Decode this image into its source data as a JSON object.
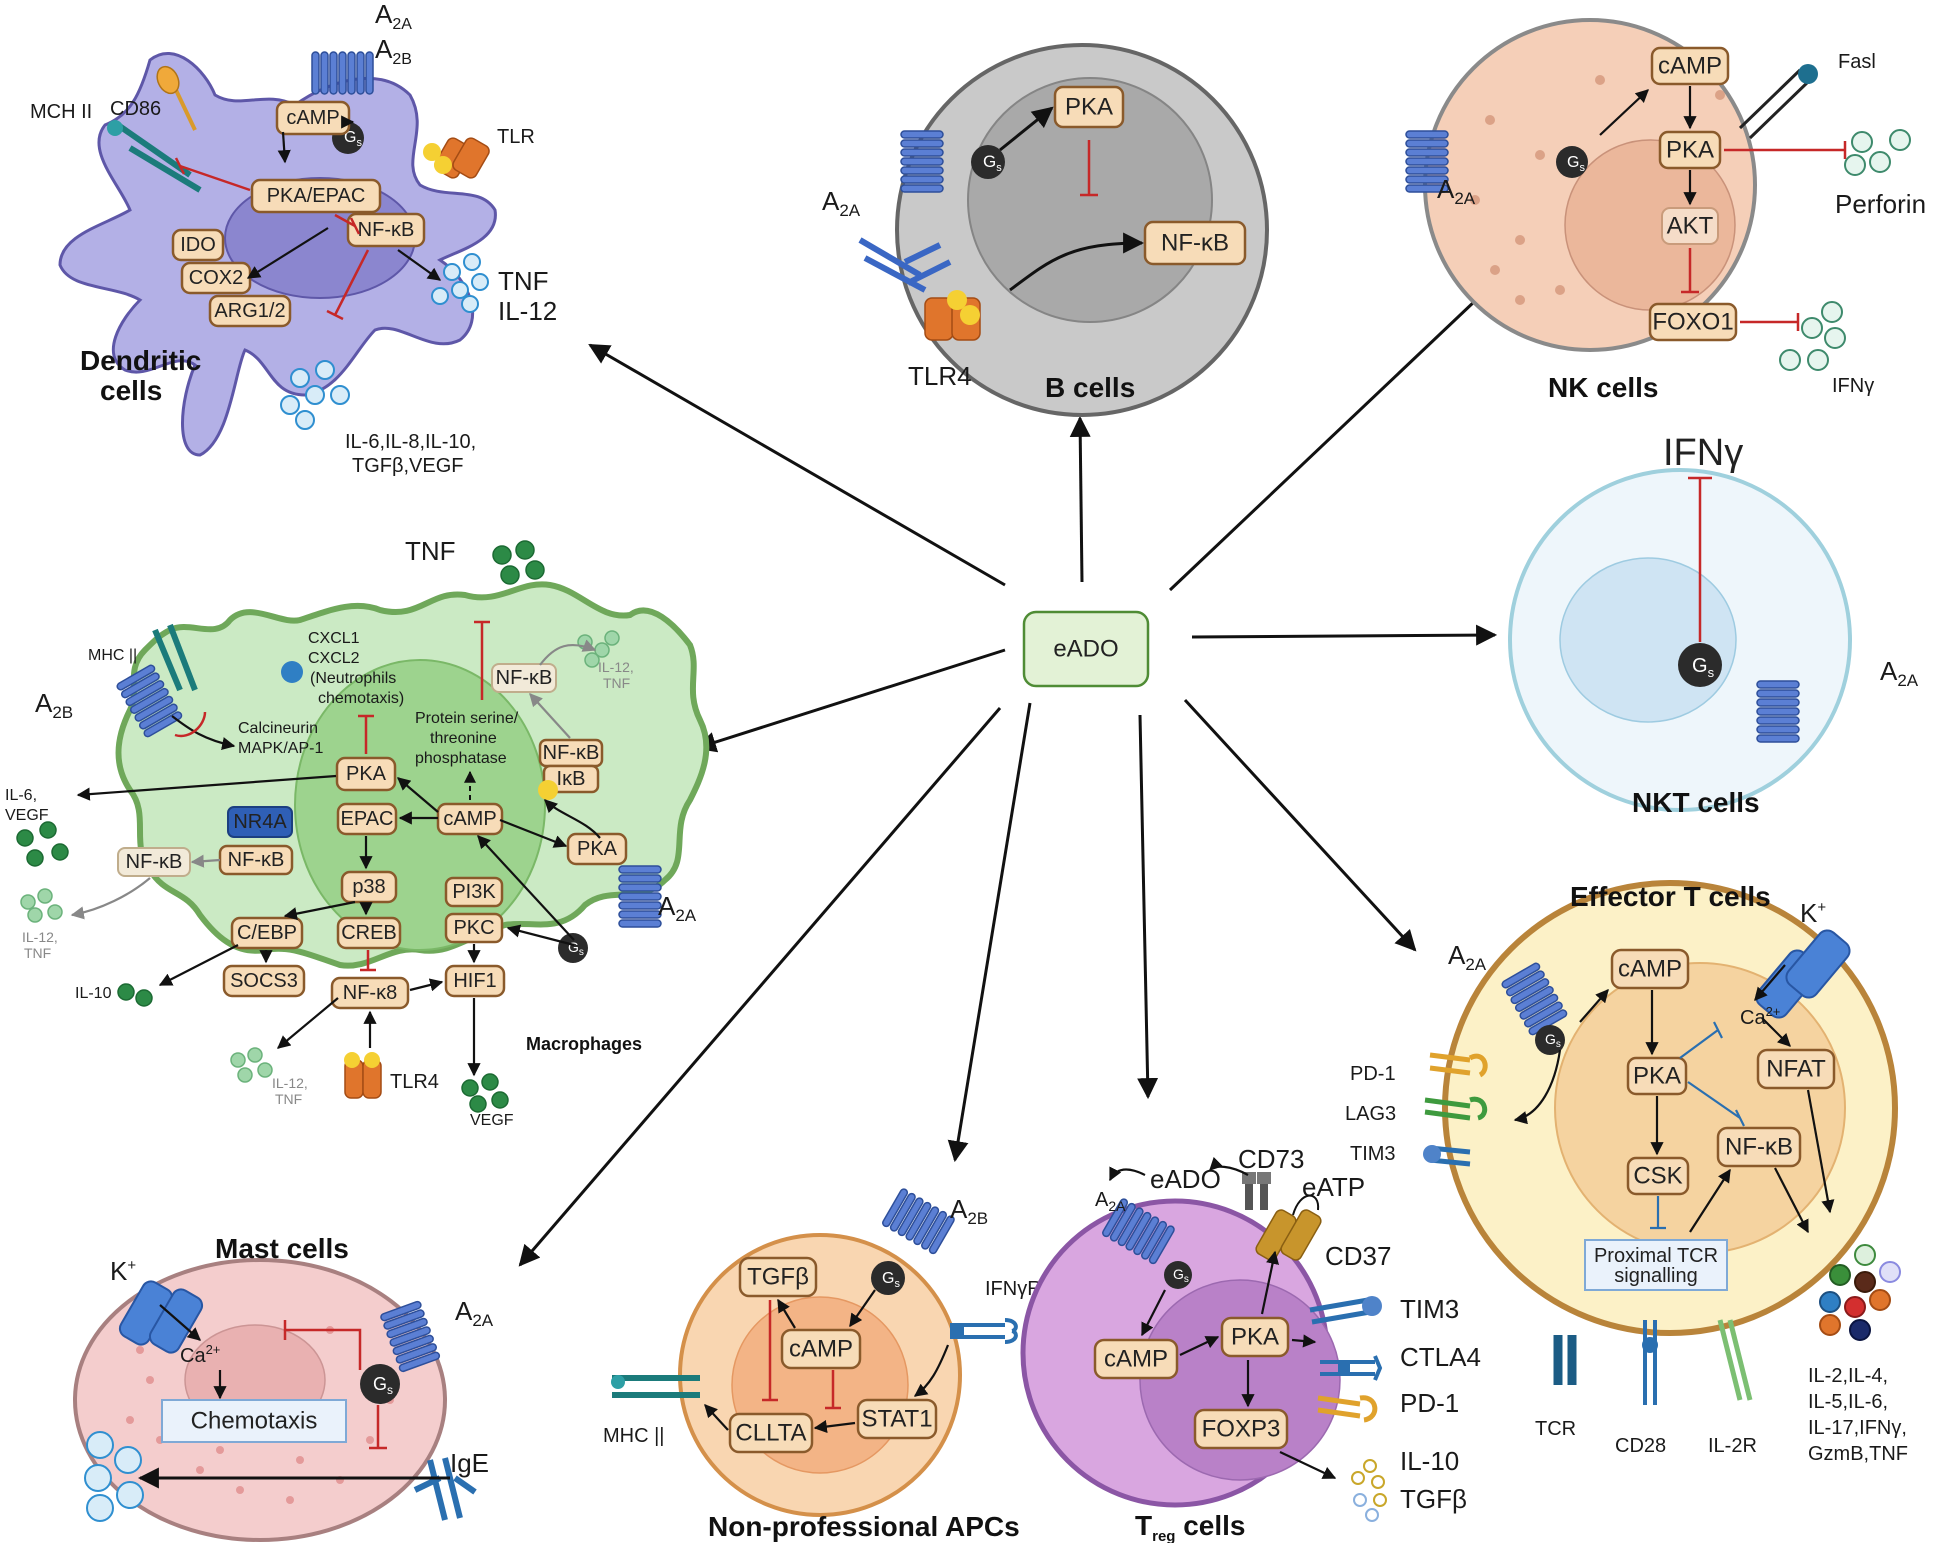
{
  "center": {
    "label": "eADO"
  },
  "dendritic": {
    "title_line1": "Dendritic",
    "title_line2": "cells",
    "receptors": {
      "a2a": "A",
      "a2a_sub": "2A",
      "a2b": "A",
      "a2b_sub": "2B",
      "cd86": "CD86",
      "mhc": "MCH II",
      "tlr": "TLR",
      "gs": "G",
      "gs_sub": "s"
    },
    "boxes": {
      "camp": "cAMP",
      "pka_epac": "PKA/EPAC",
      "nfkb": "NF-κB",
      "ido": "IDO",
      "cox2": "COX2",
      "arg": "ARG1/2"
    },
    "cytokines": {
      "tnf": "TNF",
      "il12": "IL-12",
      "others_line1": "IL-6,IL-8,IL-10,",
      "others_line2": "TGFβ,VEGF"
    }
  },
  "bcells": {
    "title": "B cells",
    "receptors": {
      "a2a": "A",
      "a2a_sub": "2A",
      "tlr4": "TLR4",
      "gs": "G",
      "gs_sub": "s"
    },
    "boxes": {
      "pka": "PKA",
      "nfkb": "NF-κB"
    }
  },
  "nk": {
    "title": "NK cells",
    "receptors": {
      "a2a": "A",
      "a2a_sub": "2A",
      "fasl": "Fasl",
      "gs": "G",
      "gs_sub": "s"
    },
    "boxes": {
      "camp": "cAMP",
      "pka": "PKA",
      "akt": "AKT",
      "foxo1": "FOXO1"
    },
    "cytokines": {
      "perforin": "Perforin",
      "ifng": "IFNγ"
    }
  },
  "nkt": {
    "title": "NKT cells",
    "ifng": "IFNγ",
    "receptors": {
      "a2a": "A",
      "a2a_sub": "2A",
      "gs": "G",
      "gs_sub": "s"
    }
  },
  "macrophages": {
    "title": "Macrophages",
    "tnf": "TNF",
    "receptors": {
      "mhc": "MHC ||",
      "a2b": "A",
      "a2b_sub": "2B",
      "a2a": "A",
      "a2a_sub": "2A",
      "tlr4": "TLR4",
      "gs": "G",
      "gs_sub": "s"
    },
    "texts": {
      "cxcl1": "CXCL1",
      "cxcl2": "CXCL2",
      "neut1": "(Neutrophils",
      "neut2": "chemotaxis)",
      "calcineurin": "Calcineurin",
      "mapk": "MAPK/AP-1",
      "pp1": "Protein serine/",
      "pp2": "threonine",
      "pp3": "phosphatase",
      "il6": "IL-6,",
      "vegf_l": "VEGF",
      "il12tnf_a1": "IL-12,",
      "il12tnf_a2": "TNF",
      "il12tnf_b1": "IL-12,",
      "il12tnf_b2": "TNF",
      "il12tnf_c1": "IL-12,",
      "il12tnf_c2": "TNF",
      "il10": "IL-10",
      "vegf_b": "VEGF"
    },
    "boxes": {
      "nfkb_faded_top": "NF-κB",
      "nfkb": "NF-κB",
      "ikb": "IκB",
      "pka_main": "PKA",
      "nr4a": "NR4A",
      "nfkb_left": "NF-κB",
      "nfkb_faded_left": "NF-κB",
      "epac": "EPAC",
      "camp": "cAMP",
      "pka_right": "PKA",
      "p38": "p38",
      "creb": "CREB",
      "pi3k": "PI3K",
      "pkc": "PKC",
      "cebp": "C/EBP",
      "socs3": "SOCS3",
      "nfk8": "NF-κ8",
      "hif1": "HIF1"
    }
  },
  "effector_t": {
    "title": "Effector T cells",
    "receptors": {
      "a2a": "A",
      "a2a_sub": "2A",
      "k": "K",
      "k_sup": "+",
      "ca": "Ca",
      "ca_sup": "2+",
      "pd1": "PD-1",
      "lag3": "LAG3",
      "tim3": "TIM3",
      "tcr": "TCR",
      "cd28": "CD28",
      "il2r": "IL-2R",
      "gs": "G",
      "gs_sub": "s"
    },
    "boxes": {
      "camp": "cAMP",
      "pka": "PKA",
      "nfat": "NFAT",
      "csk": "CSK",
      "nfkb": "NF-κB",
      "tcr1": "Proximal TCR",
      "tcr2": "signalling"
    },
    "cytokines": {
      "l1": "IL-2,IL-4,",
      "l2": "IL-5,IL-6,",
      "l3": "IL-17,IFNγ,",
      "l4": "GzmB,TNF"
    }
  },
  "mast": {
    "title": "Mast cells",
    "receptors": {
      "k": "K",
      "k_sup": "+",
      "ca": "Ca",
      "ca_sup": "2+",
      "a2a": "A",
      "a2a_sub": "2A",
      "ige": "IgE",
      "gs": "G",
      "gs_sub": "s"
    },
    "boxes": {
      "chemotaxis": "Chemotaxis"
    }
  },
  "apc": {
    "title": "Non-professional APCs",
    "receptors": {
      "a2b": "A",
      "a2b_sub": "2B",
      "ifngr": "IFNγR",
      "mhc": "MHC ||",
      "gs": "G",
      "gs_sub": "s"
    },
    "boxes": {
      "tgfb": "TGFβ",
      "camp": "cAMP",
      "cllta": "CLLTA",
      "stat1": "STAT1"
    }
  },
  "treg": {
    "title_main": "T",
    "title_sub": "reg",
    "title_rest": " cells",
    "receptors": {
      "a2a": "A",
      "a2a_sub": "2A",
      "eado": "eADO",
      "cd73": "CD73",
      "eatp": "eATP",
      "cd37": "CD37",
      "tim3": "TIM3",
      "ctla4": "CTLA4",
      "pd1": "PD-1",
      "gs": "G",
      "gs_sub": "s"
    },
    "boxes": {
      "camp": "cAMP",
      "pka": "PKA",
      "foxp3": "FOXP3"
    },
    "cytokines": {
      "il10": "IL-10",
      "tgfb": "TGFβ"
    }
  }
}
